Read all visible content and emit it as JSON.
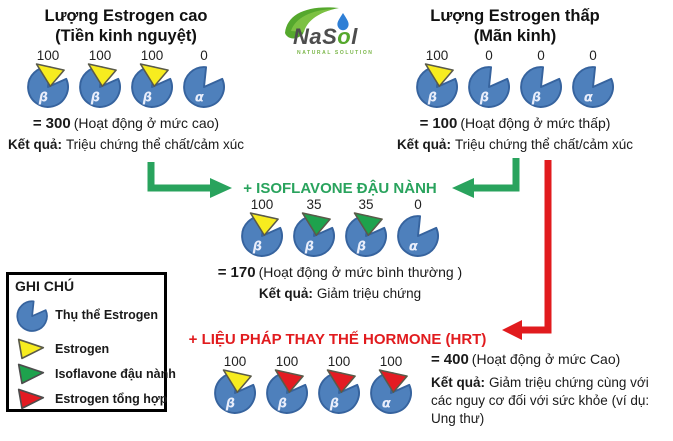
{
  "logo": {
    "brand_a": "NaS",
    "brand_o": "o",
    "brand_b": "l",
    "tagline": "NATURAL SOLUTION"
  },
  "colors": {
    "receptor_blue": "#4e80bc",
    "receptor_stroke": "#36639e",
    "estrogen_yellow": "#f7ec1f",
    "isoflavone_green": "#1ea24d",
    "synthetic_red": "#e31b22",
    "arrow_green": "#29a35d",
    "arrow_red": "#e11b1e"
  },
  "groups": {
    "high": {
      "title1": "Lượng Estrogen cao",
      "title2": "(Tiền kinh nguyệt)",
      "receptors": [
        {
          "value": "100",
          "ligand": "estrogen",
          "type": "β"
        },
        {
          "value": "100",
          "ligand": "estrogen",
          "type": "β"
        },
        {
          "value": "100",
          "ligand": "estrogen",
          "type": "β"
        },
        {
          "value": "0",
          "ligand": "none",
          "type": "α"
        }
      ],
      "activity": {
        "eq": "=",
        "value": "300",
        "note": "(Hoạt động ở mức cao)"
      },
      "result": {
        "label": "Kết quả:",
        "text": "Triệu chứng thể chất/cảm xúc"
      }
    },
    "low": {
      "title1": "Lượng Estrogen thấp",
      "title2": "(Mãn kinh)",
      "receptors": [
        {
          "value": "100",
          "ligand": "estrogen",
          "type": "β"
        },
        {
          "value": "0",
          "ligand": "none",
          "type": "β"
        },
        {
          "value": "0",
          "ligand": "none",
          "type": "β"
        },
        {
          "value": "0",
          "ligand": "none",
          "type": "α"
        }
      ],
      "activity": {
        "eq": "=",
        "value": "100",
        "note": "(Hoạt động ở mức thấp)"
      },
      "result": {
        "label": "Kết quả:",
        "text": "Triệu chứng thể chất/cảm xúc"
      }
    },
    "iso": {
      "heading": "+ ISOFLAVONE ĐẬU NÀNH",
      "receptors": [
        {
          "value": "100",
          "ligand": "estrogen",
          "type": "β"
        },
        {
          "value": "35",
          "ligand": "isoflavone",
          "type": "β"
        },
        {
          "value": "35",
          "ligand": "isoflavone",
          "type": "β"
        },
        {
          "value": "0",
          "ligand": "none",
          "type": "α"
        }
      ],
      "activity": {
        "eq": "=",
        "value": "170",
        "note": "(Hoạt động ở mức bình thường )"
      },
      "result": {
        "label": "Kết quả:",
        "text": "Giảm triệu chứng"
      }
    },
    "hrt": {
      "heading": "+ LIỆU PHÁP THAY THẾ HORMONE (HRT)",
      "receptors": [
        {
          "value": "100",
          "ligand": "estrogen",
          "type": "β"
        },
        {
          "value": "100",
          "ligand": "synthetic",
          "type": "β"
        },
        {
          "value": "100",
          "ligand": "synthetic",
          "type": "β"
        },
        {
          "value": "100",
          "ligand": "synthetic",
          "type": "α"
        }
      ],
      "activity": {
        "eq": "=",
        "value": "400",
        "note": "(Hoạt động ở mức Cao)"
      },
      "result": {
        "label": "Kết quả:",
        "text": "Giảm triệu chứng cùng với các nguy cơ đối với sức khỏe (ví dụ: Ung thư)"
      }
    }
  },
  "legend": {
    "title": "GHI CHÚ",
    "items": [
      {
        "icon": "estrogen-receptor",
        "label": "Thụ thể Estrogen"
      },
      {
        "icon": "estrogen",
        "label": "Estrogen"
      },
      {
        "icon": "isoflavone",
        "label": "Isoflavone đậu nành"
      },
      {
        "icon": "synthetic-estrogen",
        "label": "Estrogen tổng hợp"
      }
    ]
  }
}
